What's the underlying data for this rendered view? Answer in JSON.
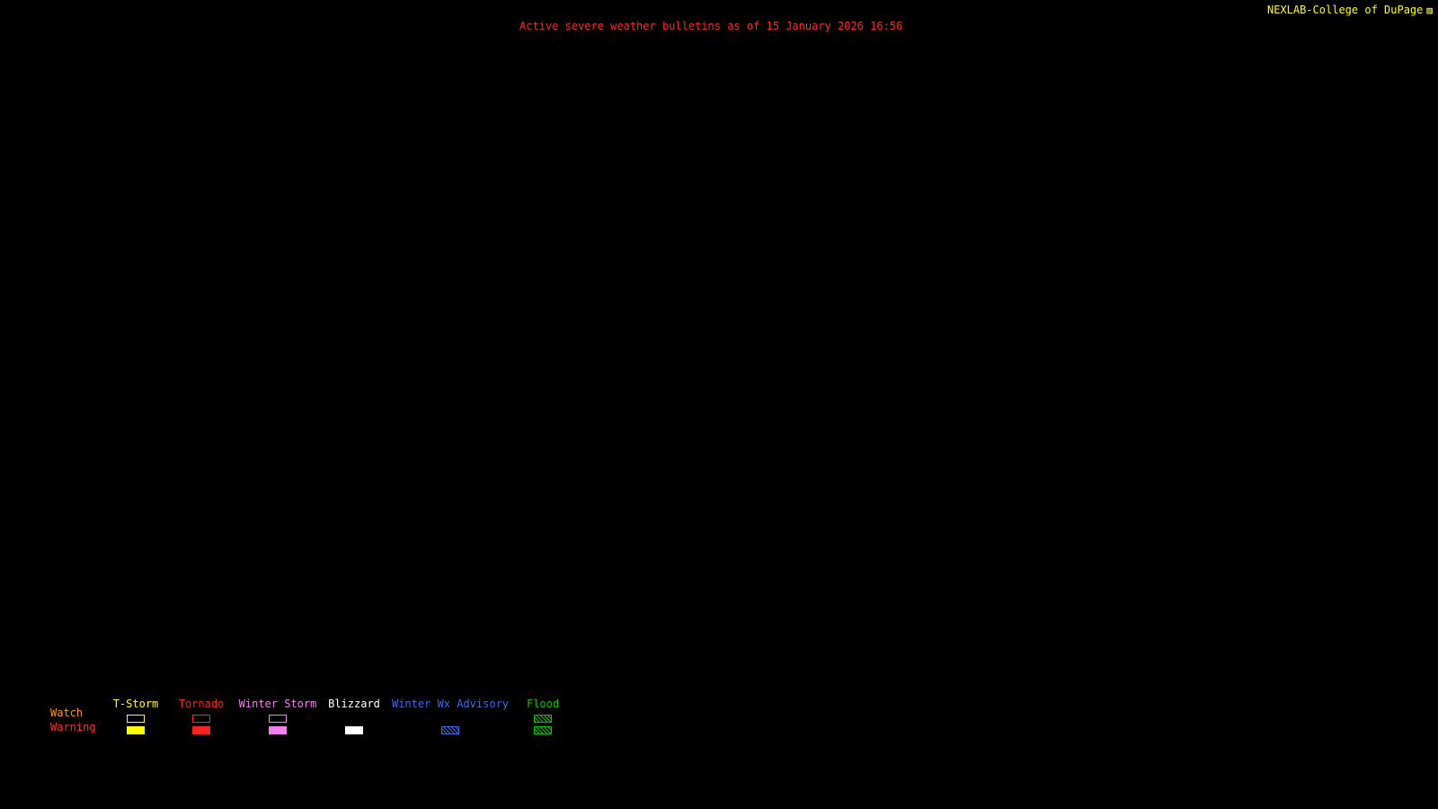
{
  "header": {
    "source": "NEXLAB-College of DuPage",
    "source_color": "#ffff00",
    "logo_glyph": "▨",
    "title": "Active severe weather bulletins as of 15 January 2026 16:56",
    "title_color": "#ff2828"
  },
  "map": {
    "background": "#000000"
  },
  "legend": {
    "rows": [
      {
        "label": "Watch",
        "color": "#ff9900"
      },
      {
        "label": "Warning",
        "color": "#ff3030"
      }
    ],
    "categories": [
      {
        "label": "T-Storm",
        "color": "#ffff00",
        "watch_swatch": "hollow",
        "warning_swatch": "solid"
      },
      {
        "label": "Tornado",
        "color": "#ff2222",
        "watch_swatch": "hollow",
        "warning_swatch": "solid"
      },
      {
        "label": "Winter Storm",
        "color": "#ee82ee",
        "watch_swatch": "hollow",
        "warning_swatch": "solid"
      },
      {
        "label": "Blizzard",
        "color": "#ffffff",
        "watch_swatch": "none",
        "warning_swatch": "solid"
      },
      {
        "label": "Winter Wx Advisory",
        "color": "#4169e1",
        "watch_swatch": "none",
        "warning_swatch": "hatch"
      },
      {
        "label": "Flood",
        "color": "#00c800",
        "watch_swatch": "hatch",
        "warning_swatch": "hatch"
      }
    ]
  }
}
